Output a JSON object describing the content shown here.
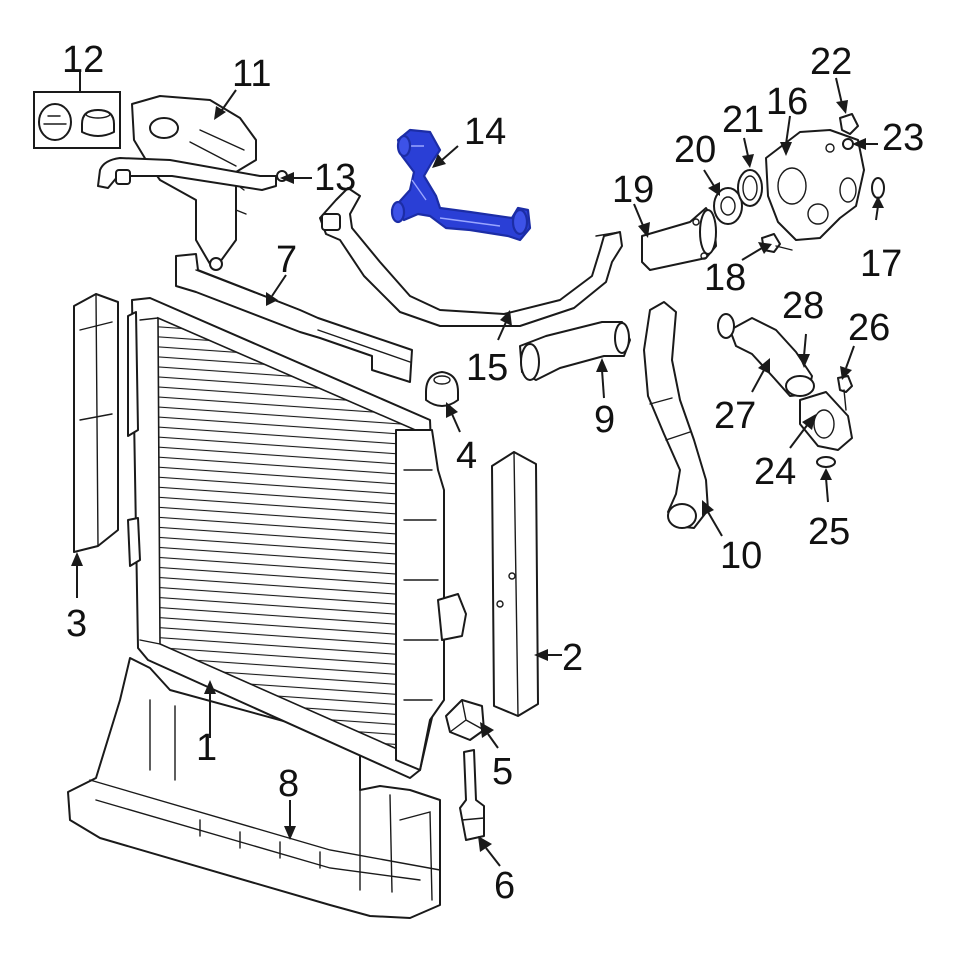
{
  "diagram": {
    "callouts": [
      {
        "id": "1",
        "label": "1"
      },
      {
        "id": "2",
        "label": "2"
      },
      {
        "id": "3",
        "label": "3"
      },
      {
        "id": "4",
        "label": "4"
      },
      {
        "id": "5",
        "label": "5"
      },
      {
        "id": "6",
        "label": "6"
      },
      {
        "id": "7",
        "label": "7"
      },
      {
        "id": "8",
        "label": "8"
      },
      {
        "id": "9",
        "label": "9"
      },
      {
        "id": "10",
        "label": "10"
      },
      {
        "id": "11",
        "label": "11"
      },
      {
        "id": "12",
        "label": "12"
      },
      {
        "id": "13",
        "label": "13"
      },
      {
        "id": "14",
        "label": "14"
      },
      {
        "id": "15",
        "label": "15"
      },
      {
        "id": "16",
        "label": "16"
      },
      {
        "id": "17",
        "label": "17"
      },
      {
        "id": "18",
        "label": "18"
      },
      {
        "id": "19",
        "label": "19"
      },
      {
        "id": "20",
        "label": "20"
      },
      {
        "id": "21",
        "label": "21"
      },
      {
        "id": "22",
        "label": "22"
      },
      {
        "id": "23",
        "label": "23"
      },
      {
        "id": "24",
        "label": "24"
      },
      {
        "id": "25",
        "label": "25"
      },
      {
        "id": "26",
        "label": "26"
      },
      {
        "id": "27",
        "label": "27"
      },
      {
        "id": "28",
        "label": "28"
      }
    ],
    "highlighted_part": "14",
    "colors": {
      "line": "#1a1a1a",
      "highlight_fill": "#2a3fd6",
      "highlight_stroke": "#1c2da6",
      "background": "#ffffff"
    }
  }
}
